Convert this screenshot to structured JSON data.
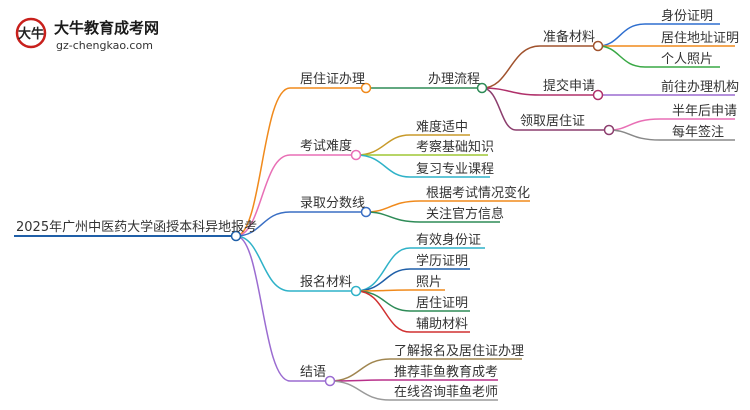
{
  "logo": {
    "mark_text": "大牛",
    "title": "大牛教育成考网",
    "url": "gz-chengkao.com"
  },
  "colors": {
    "root": "#1f5fa8",
    "branch_residence": "#f08a1c",
    "branch_difficulty": "#e86fb5",
    "branch_score": "#3a6fc4",
    "branch_materials": "#2fb2c8",
    "branch_conclusion": "#9b6cd1",
    "sub_process": "#2e8b57",
    "leaf_prepare": "#a0522d",
    "leaf_submit": "#b0306a",
    "leaf_collect": "#8c3e6e"
  },
  "mindmap": {
    "root": "2025年广州中医药大学函授本科异地报考",
    "branches": [
      {
        "label": "居住证办理",
        "children": [
          {
            "label": "办理流程",
            "children": [
              {
                "label": "准备材料",
                "children": [
                  "身份证明",
                  "居住地址证明",
                  "个人照片"
                ]
              },
              {
                "label": "提交申请",
                "children": [
                  "前往办理机构"
                ]
              },
              {
                "label": "领取居住证",
                "children": [
                  "半年后申请",
                  "每年签注"
                ]
              }
            ]
          }
        ]
      },
      {
        "label": "考试难度",
        "children": [
          "难度适中",
          "考察基础知识",
          "复习专业课程"
        ]
      },
      {
        "label": "录取分数线",
        "children": [
          "根据考试情况变化",
          "关注官方信息"
        ]
      },
      {
        "label": "报名材料",
        "children": [
          "有效身份证",
          "学历证明",
          "照片",
          "居住证明",
          "辅助材料"
        ]
      },
      {
        "label": "结语",
        "children": [
          "了解报名及居住证办理",
          "推荐菲鱼教育成考",
          "在线咨询菲鱼老师"
        ]
      }
    ]
  }
}
